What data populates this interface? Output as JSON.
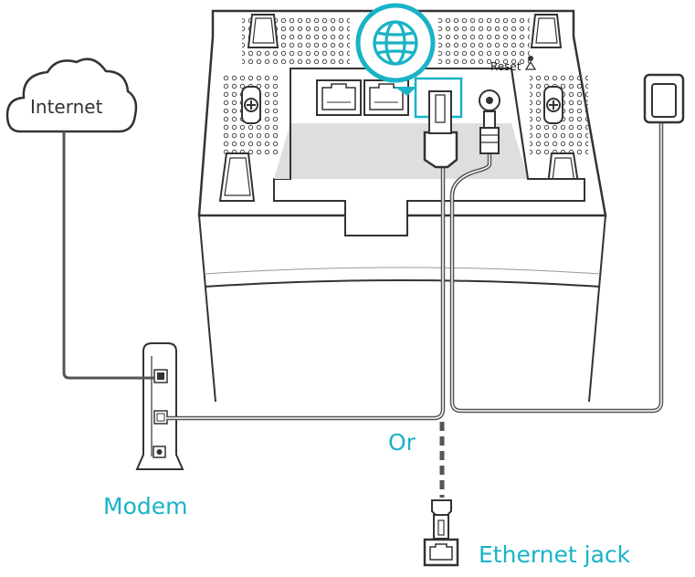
{
  "labels": {
    "internet": "Internet",
    "reset": "Reset",
    "or": "Or",
    "modem": "Modem",
    "ethernet_jack": "Ethernet jack"
  },
  "colors": {
    "accent": "#19b3c6",
    "line": "#333333",
    "cable": "#555555",
    "shade": "#dedede"
  },
  "icons": {
    "internet_symbol": "globe-icon",
    "reset_symbol": "triangle-icon"
  }
}
